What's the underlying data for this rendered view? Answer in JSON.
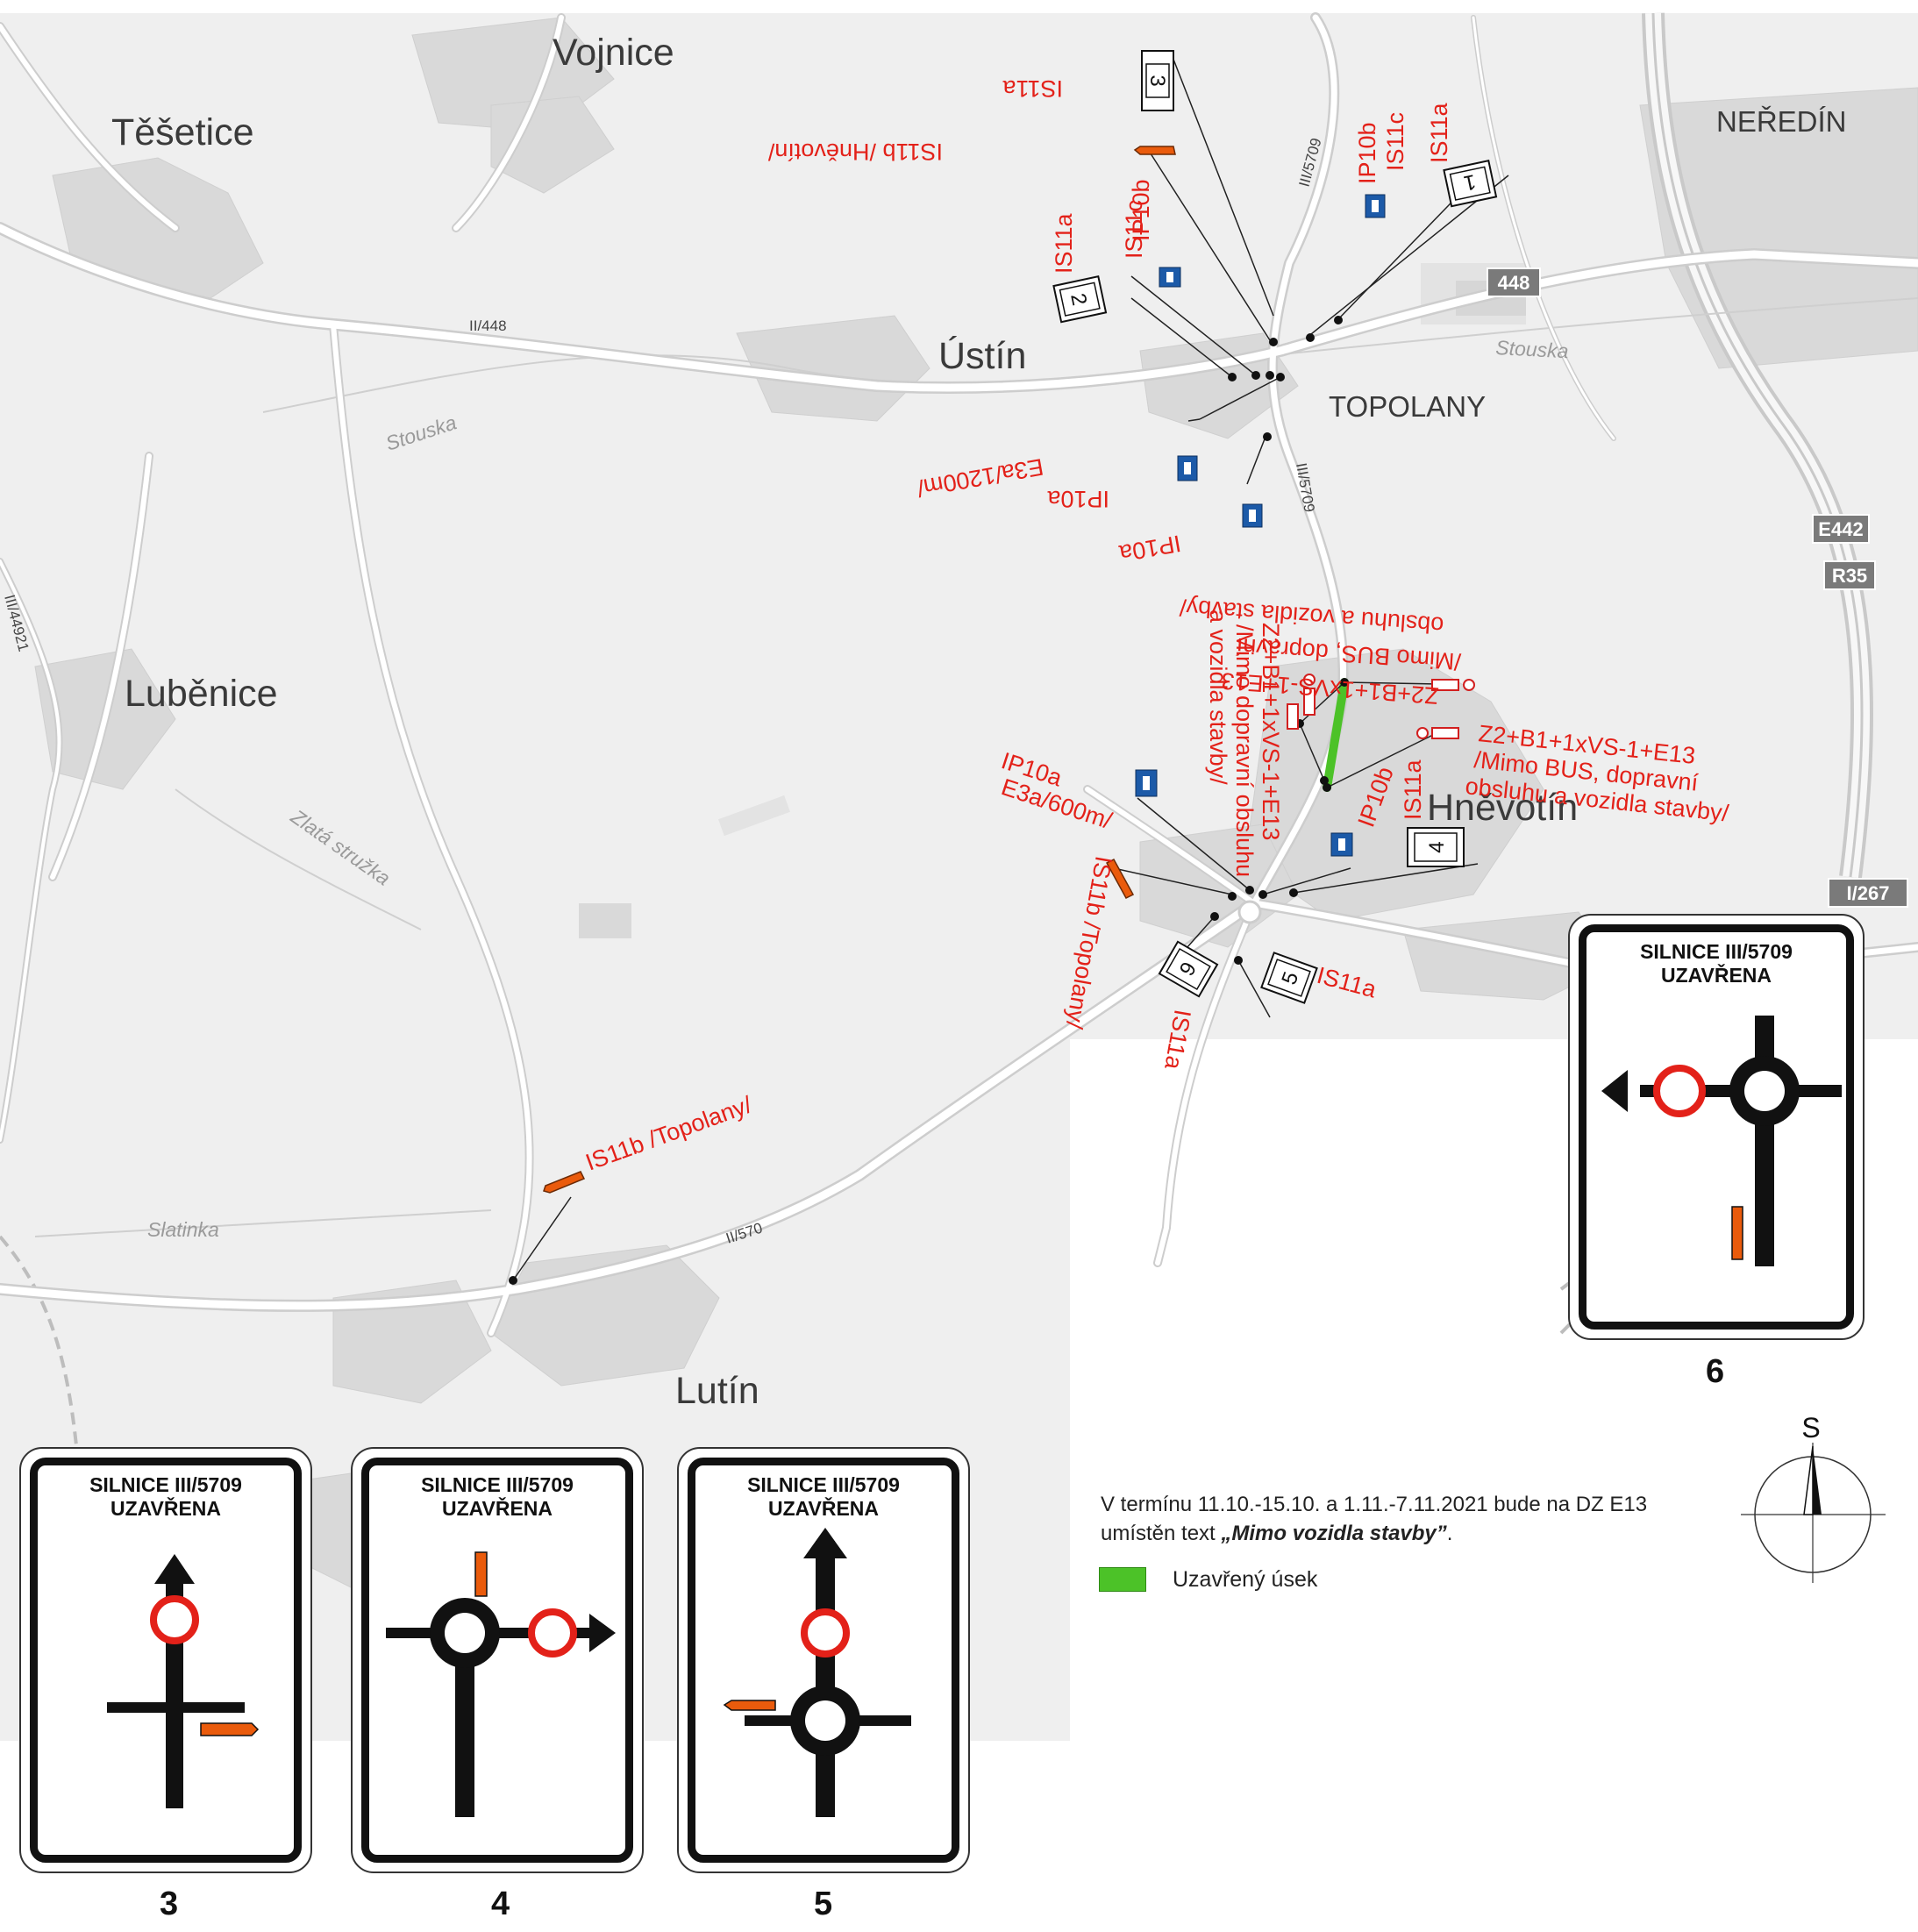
{
  "places": {
    "vojnice": "Vojnice",
    "tesetice": "Těšetice",
    "neredin": "NEŘEDÍN",
    "ustin": "Ústín",
    "topolany": "TOPOLANY",
    "lubenice": "Luběnice",
    "hnevotin": "Hněvotín",
    "lutin": "Lutín"
  },
  "roads": {
    "ii448": "II/448",
    "iii5709_north": "III/5709",
    "iii5709_mid": "III/5709",
    "iii44921": "III/44921",
    "ii570": "II/570"
  },
  "water": {
    "stouska_w": "Stouska",
    "stouska_e": "Stouska",
    "zlata_struzka": "Zlatá stružka",
    "slatinka": "Slatinka"
  },
  "shields": {
    "r448": "448",
    "e442": "E442",
    "r35": "R35",
    "r267": "I/267"
  },
  "annotations": {
    "is11a_top": "IS11a",
    "is11b_hnevotin": "IS11b /Hněvotín/",
    "ip10b_1": "IP10b",
    "is11c_1": "IS11c",
    "is11a_1": "IS11a",
    "is11a_2": "IS11a",
    "ip10b_2": "IP10b",
    "is11c_2": "IS11c",
    "ip10a_e3a_1200": "IP10a",
    "e3a_1200": "E3a/1200m/",
    "ip10a_2": "IP10a",
    "z2_line1": "Z2+B1+1xVS-1+E13",
    "z2_line2": "/Mimo dopravní obsluhu",
    "z2_line3": "a vozidla stavby/",
    "z2r_line1": "Z2+B1+1xVS-1+E13",
    "z2r_line2": "/Mimo BUS, dopravní",
    "z2r_line3": "obsluhu a vozidla stavby/",
    "z2u_line1": "Z2+B1+1xVS-1+E13",
    "z2u_line2": "/Mimo BUS, dopravní",
    "z2u_line3": "obsluhu a vozidla stavby/",
    "ip10a_600": "IP10a",
    "e3a_600": "E3a/600m/",
    "is11b_topolany_1": "IS11b /Topolany/",
    "ip10b_3": "IP10b",
    "is11a_4": "IS11a",
    "is11a_5": "IS11a",
    "is11a_6": "IS11a",
    "is11b_topolany_2": "IS11b /Topolany/"
  },
  "sign_numbers": {
    "s1": "1",
    "s2": "2",
    "s3": "3",
    "s4": "4",
    "s5": "5",
    "s6": "6"
  },
  "panels": {
    "p3": {
      "title1": "SILNICE III/5709",
      "title2": "UZAVŘENA",
      "num": "3"
    },
    "p4": {
      "title1": "SILNICE III/5709",
      "title2": "UZAVŘENA",
      "num": "4"
    },
    "p5": {
      "title1": "SILNICE III/5709",
      "title2": "UZAVŘENA",
      "num": "5"
    },
    "p6": {
      "title1": "SILNICE III/5709",
      "title2": "UZAVŘENA",
      "num": "6"
    }
  },
  "legend": {
    "note_prefix": "V termínu 11.10.-15.10. a 1.11.-7.11.2021 bude na DZ E13 umístěn text ",
    "note_em": "„Mimo vozidla stavby”",
    "note_suffix": ".",
    "closed_label": "Uzavřený úsek",
    "closed_color": "#4cc228"
  },
  "north_arrow": {
    "label": "S"
  },
  "colors": {
    "map_bg": "#f0f0f0",
    "road": "#ffffff",
    "annotation_red": "#e32119",
    "arrow_orange": "#ea5b0c",
    "sign_blue": "#1c5aa8"
  }
}
